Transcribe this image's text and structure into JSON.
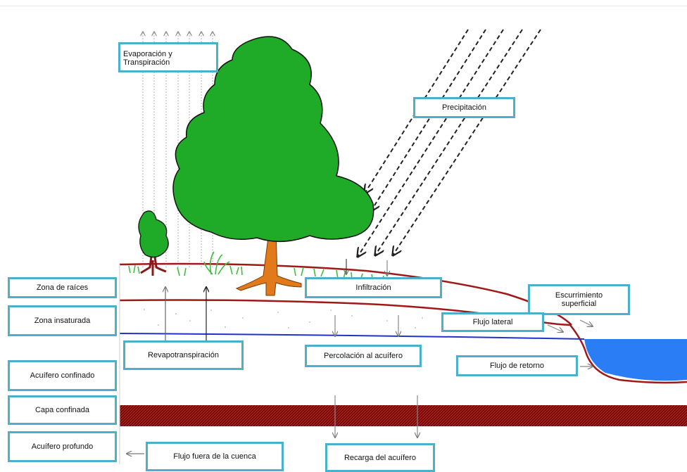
{
  "labels": {
    "evaporacion_l1": "Evaporación y",
    "evaporacion_l2": "Transpiración",
    "precipitacion": "Precipitación",
    "infiltracion": "Infiltración",
    "escurrimiento_l1": "Escurrimiento",
    "escurrimiento_l2": "superficial",
    "flujo_lateral": "Flujo lateral",
    "revapotranspiracion": "Revapotranspiración",
    "percolacion": "Percolación al acuífero",
    "flujo_retorno": "Flujo de retorno",
    "flujo_fuera": "Flujo fuera de la cuenca",
    "recarga": "Recarga del acuífero"
  },
  "layers": {
    "zona_raices": "Zona de raíces",
    "zona_insaturada": "Zona insaturada",
    "acuifero_confinado": "Acuífero confinado",
    "capa_confinada": "Capa confinada",
    "acuifero_profundo": "Acuífero profundo"
  },
  "colors": {
    "box_border": "#4ab0cc",
    "tree_green": "#1faa28",
    "trunk": "#e07a1a",
    "soil_line": "#a01818",
    "water_table": "#2233cc",
    "water": "#2a7df5",
    "confining_layer": "#7a0a0a"
  }
}
